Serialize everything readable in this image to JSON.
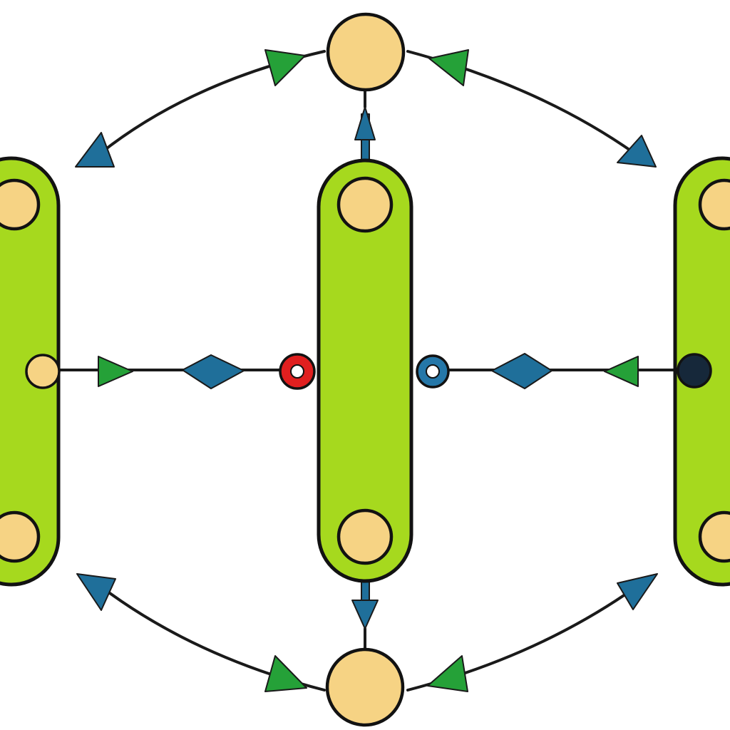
{
  "colors": {
    "background": "#ffffff",
    "pill_fill": "#a6d91e",
    "node_fill": "#f6d384",
    "arrow_green": "#25a138",
    "arrow_blue": "#1f6f9a",
    "port_red": "#e01f1f",
    "port_blue": "#2577a8",
    "port_dark": "#16283a",
    "stroke": "#121212"
  },
  "nodes": [
    {
      "id": "top-node",
      "shape": "circle"
    },
    {
      "id": "bottom-node",
      "shape": "circle"
    },
    {
      "id": "left-pill",
      "shape": "rounded-column",
      "attached_circles": 2
    },
    {
      "id": "center-pill",
      "shape": "rounded-column",
      "attached_circles": 2
    },
    {
      "id": "right-pill",
      "shape": "rounded-column",
      "attached_circles": 2
    }
  ],
  "connections": [
    {
      "from": "left-pill",
      "to": "center-pill",
      "style": "line with green and blue arrowheads"
    },
    {
      "from": "right-pill",
      "to": "center-pill",
      "style": "line with green and blue arrowheads"
    },
    {
      "from": "center-pill",
      "to": "top-node",
      "style": "blue arrow"
    },
    {
      "from": "center-pill",
      "to": "bottom-node",
      "style": "blue arrow"
    },
    {
      "from": "top-node",
      "to": "left-pill",
      "style": "curved arc"
    },
    {
      "from": "top-node",
      "to": "right-pill",
      "style": "curved arc"
    },
    {
      "from": "bottom-node",
      "to": "left-pill",
      "style": "curved arc"
    },
    {
      "from": "bottom-node",
      "to": "right-pill",
      "style": "curved arc"
    }
  ]
}
